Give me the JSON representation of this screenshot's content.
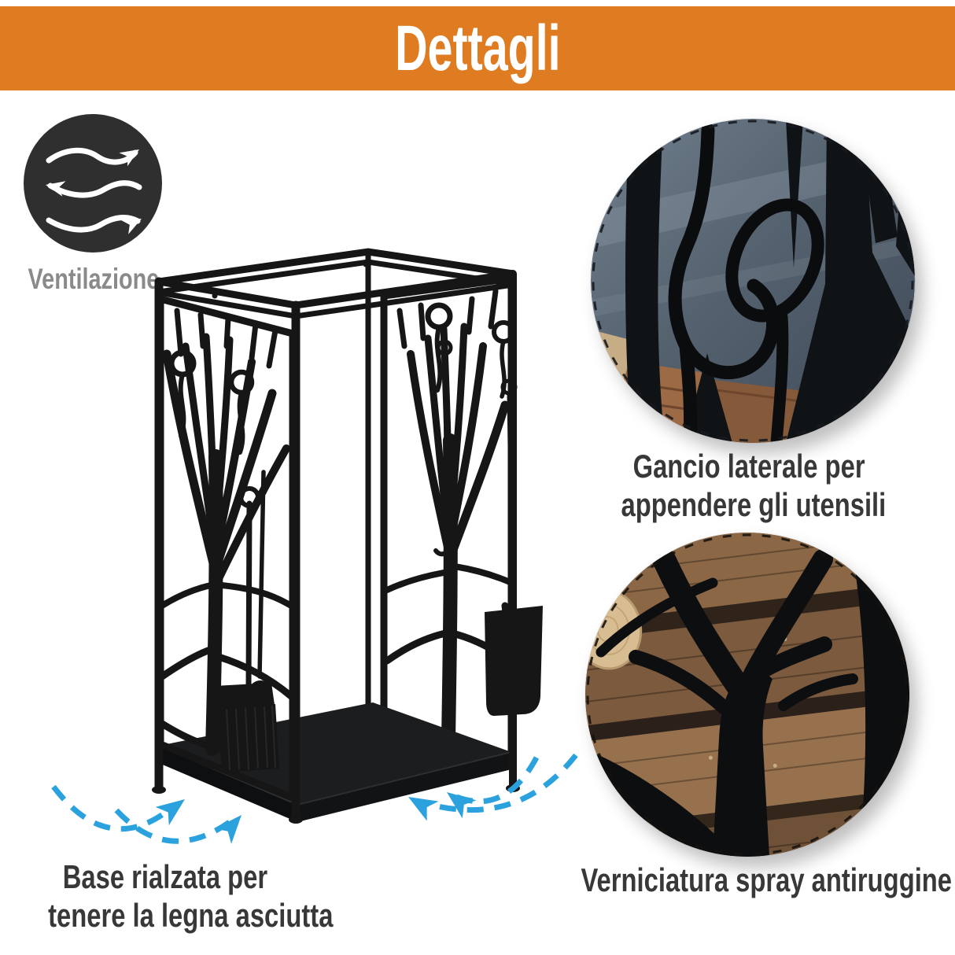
{
  "header": {
    "title": "Dettagli"
  },
  "ventilation": {
    "label": "Ventilazione",
    "icon": "airflow-waves-icon",
    "circle_color": "#2F2F2F"
  },
  "product": {
    "name": "tree-pattern-firewood-rack-with-tools",
    "parts": [
      "top-frame",
      "tree-cutout-panels",
      "hanging-rings",
      "brush",
      "shovel",
      "poker",
      "raised-base",
      "legs"
    ]
  },
  "callouts": [
    {
      "name": "side-hook",
      "photo": "hook-holding-tool-loop-closeup",
      "caption_lines": [
        "Gancio laterale per",
        "appendere gli utensili"
      ]
    },
    {
      "name": "anti-rust-paint",
      "photo": "tree-panel-over-logs-closeup",
      "caption_lines": [
        "Verniciatura spray antiruggine"
      ]
    },
    {
      "name": "raised-base",
      "caption_lines": [
        "Base rialzata per",
        "tenere la legna asciutta"
      ]
    }
  ],
  "colors": {
    "banner_orange": "#DF7B20",
    "arrow_blue": "#2BA2DE",
    "icon_circle_dark": "#2F2F2F",
    "caption_text": "#383838",
    "label_gray": "#8A8A8A",
    "metal_black": "#161616",
    "background": "#FFFFFF"
  }
}
